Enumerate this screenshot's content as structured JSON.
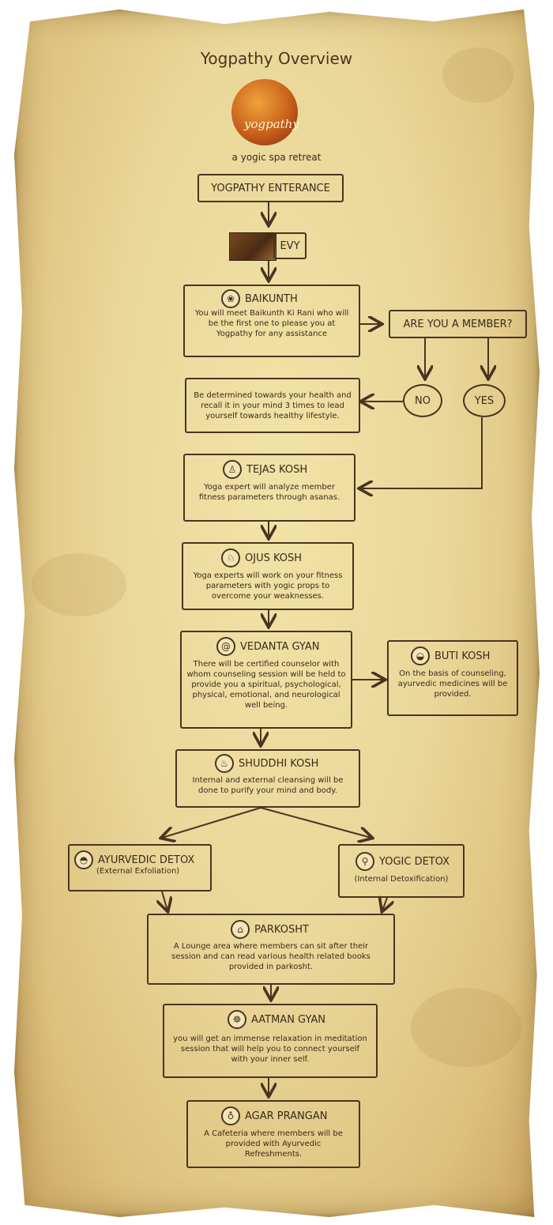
{
  "header": {
    "title": "Yogpathy Overview",
    "logo_text": "yogpathy",
    "tagline": "a yogic spa retreat"
  },
  "flow": {
    "entrance": "YOGPATHY ENTERANCE",
    "evy": "EVY",
    "baikunth": {
      "title": "BAIKUNTH",
      "icon": "lotus-icon",
      "desc": "You will meet Baikunth Ki Rani who will be the first one to please you at Yogpathy for any assistance"
    },
    "member_question": "ARE YOU A MEMBER?",
    "no": "NO",
    "yes": "YES",
    "determined": {
      "desc": "Be determined towards your health and recall it in your mind 3 times to lead yourself towards healthy lifestyle."
    },
    "tejas_kosh": {
      "title": "TEJAS KOSH",
      "icon": "yoga-pose-icon",
      "desc": "Yoga expert will analyze member fitness parameters through asanas."
    },
    "ojus_kosh": {
      "title": "OJUS KOSH",
      "icon": "yoga-props-icon",
      "desc": "Yoga experts will work on your fitness parameters with yogic props to overcome your weaknesses."
    },
    "vedanta_gyan": {
      "title": "VEDANTA GYAN",
      "icon": "spiral-icon",
      "desc": "There will be certified counselor with whom counseling session will be held to provide you a spiritual, psychological, physical, emotional, and neurological well being."
    },
    "buti_kosh": {
      "title": "BUTI KOSH",
      "icon": "mortar-pestle-icon",
      "desc": "On the basis of counseling, ayurvedic medicines will be provided."
    },
    "shuddhi_kosh": {
      "title": "SHUDDHI KOSH",
      "icon": "cleansing-icon",
      "desc": "Internal and external cleansing will be done to purify your mind and body."
    },
    "ayurvedic_detox": {
      "title": "AYURVEDIC DETOX",
      "icon": "bowl-icon",
      "sub": "(External Exfoliation)"
    },
    "yogic_detox": {
      "title": "YOGIC DETOX",
      "icon": "spoon-icon",
      "sub": "(Internal Detoxification)"
    },
    "parkosht": {
      "title": "PARKOSHT",
      "icon": "lounge-icon",
      "desc": "A Lounge area where members can sit after their session and can read various health related books provided in parkosht."
    },
    "aatman_gyan": {
      "title": "AATMAN GYAN",
      "icon": "meditation-icon",
      "desc": "you will get an immense relaxation in  meditation session that will help you to connect yourself with your inner self."
    },
    "agar_prangan": {
      "title": "AGAR PRANGAN",
      "icon": "cup-icon",
      "desc": "A Cafeteria where members will be provided with Ayurvedic Refreshments."
    }
  },
  "colors": {
    "ink": "#4a3420",
    "parchment": "#ead79a"
  }
}
